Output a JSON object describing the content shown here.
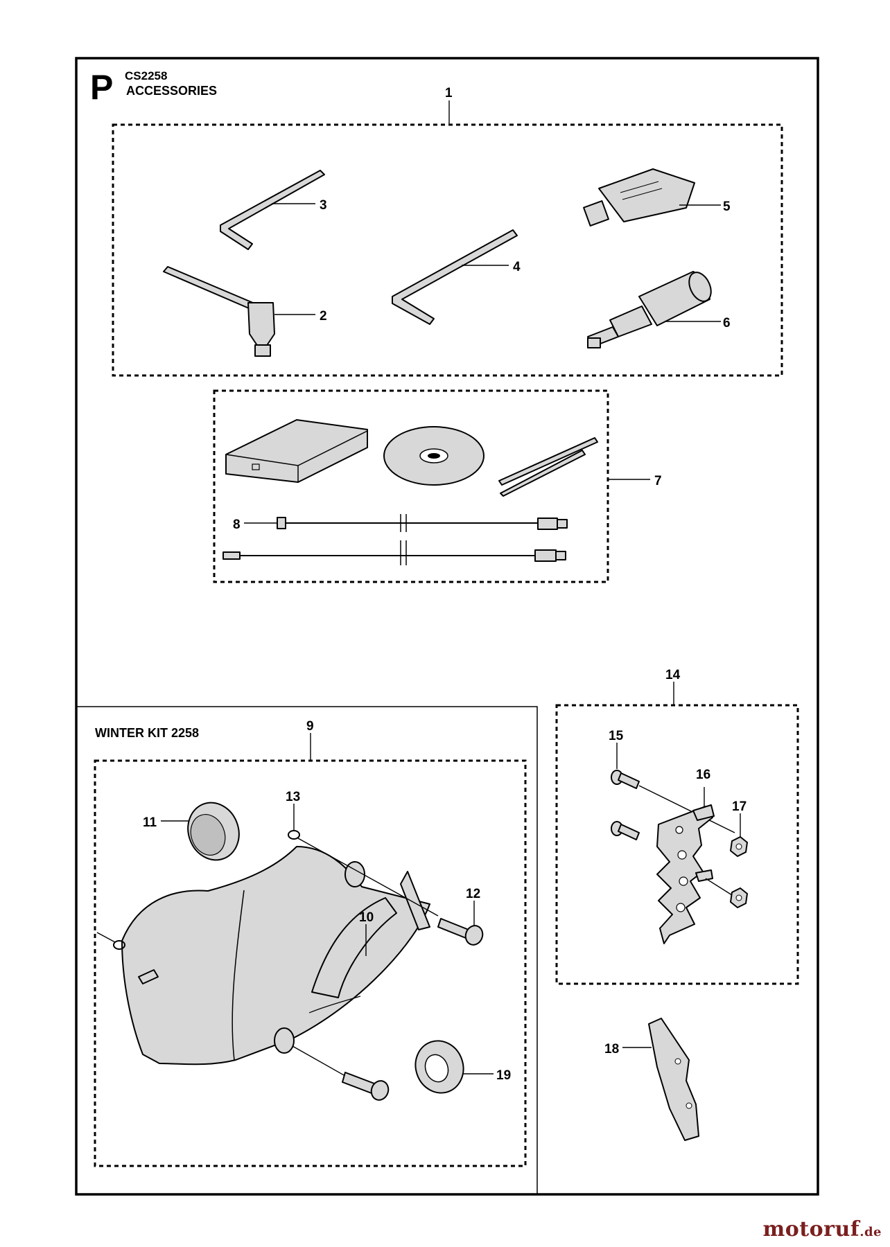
{
  "header": {
    "letter": "P",
    "model": "CS2258",
    "section": "ACCESSORIES"
  },
  "winter_kit": {
    "title": "WINTER KIT 2258"
  },
  "callouts": [
    "1",
    "2",
    "3",
    "4",
    "5",
    "6",
    "7",
    "8",
    "9",
    "10",
    "11",
    "12",
    "13",
    "14",
    "15",
    "16",
    "17",
    "18",
    "19"
  ],
  "watermark": {
    "brand": "motoruf",
    "tld": ".de"
  }
}
